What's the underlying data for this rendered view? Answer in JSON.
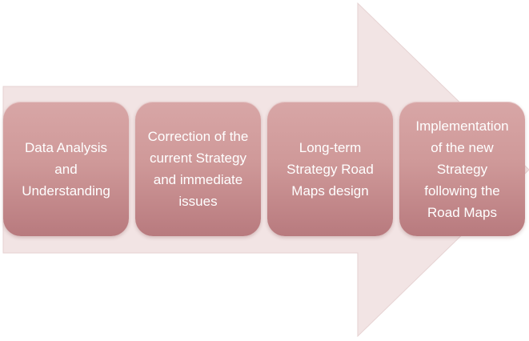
{
  "colors": {
    "arrow_fill": "#f2e4e4",
    "box_fill": "#cf9999",
    "box_text": "#ffffff"
  },
  "steps": [
    {
      "label": "Data Analysis\nand\nUnderstanding"
    },
    {
      "label": "Correction of the\ncurrent Strategy\nand immediate\nissues"
    },
    {
      "label": "Long-term\nStrategy Road\nMaps design"
    },
    {
      "label": "Implementation\nof the new\nStrategy\nfollowing the\nRoad Maps"
    }
  ]
}
